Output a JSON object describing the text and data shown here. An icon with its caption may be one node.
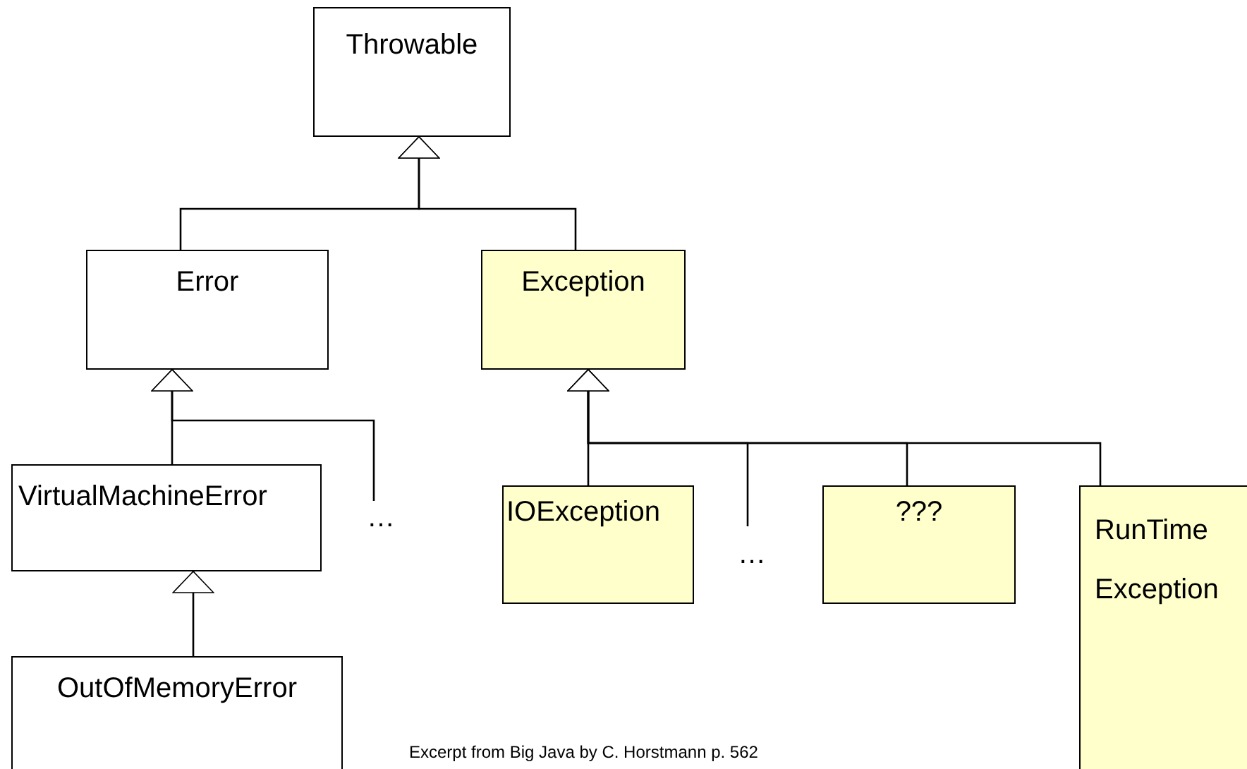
{
  "diagram": {
    "caption": "Excerpt from Big Java by C. Horstmann p. 562",
    "nodes": [
      {
        "text": [
          "Throwable"
        ]
      },
      {
        "text": [
          "Error"
        ]
      },
      {
        "text": [
          "Exception"
        ]
      },
      {
        "text": [
          "VirtualMachineError"
        ]
      },
      {
        "text": [
          "…"
        ]
      },
      {
        "text": [
          "OutOfMemoryError"
        ]
      },
      {
        "text": [
          "IOException"
        ]
      },
      {
        "text": [
          "…"
        ]
      },
      {
        "text": [
          "???"
        ]
      },
      {
        "text": [
          "RunTime Exception"
        ]
      }
    ],
    "edges": [
      {
        "from": 1,
        "to": 0,
        "arrow": "to"
      },
      {
        "from": 2,
        "to": 0,
        "arrow": "to"
      },
      {
        "from": 3,
        "to": 1,
        "arrow": "to"
      },
      {
        "from": 4,
        "to": 1,
        "arrow": "to"
      },
      {
        "from": 5,
        "to": 3,
        "arrow": "to"
      },
      {
        "from": 6,
        "to": 2,
        "arrow": "to"
      },
      {
        "from": 7,
        "to": 2,
        "arrow": "to"
      },
      {
        "from": 8,
        "to": 2,
        "arrow": "to"
      },
      {
        "from": 9,
        "to": 2,
        "arrow": "to"
      }
    ]
  }
}
